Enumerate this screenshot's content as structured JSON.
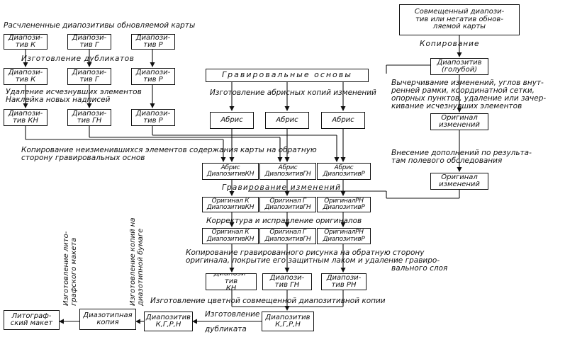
{
  "labels": {
    "razchlen": "Расчлененные диапозитивы обновляемой карты",
    "izg_dubl": "Изготовление дубликатов",
    "udalenie": "Удаление исчезнувших элементов",
    "nakleika": "Наклейка новых надписей",
    "grav_osn": "Гравировальные основы",
    "izg_abris": "Изготовление абрисных копий изменений",
    "kopirovanie_neizm": "Копирование неизменившихся элементов содержания карты на обратную",
    "storonu": "сторону гравировальных основ",
    "grav_izm": "Гравирование изменений",
    "korrektura": "Корректура и исправление оригиналов",
    "kopirovanie_grav": "Копирование гравированного рисунка на обратную сторону",
    "originala": "оригинала, покрытие его защитным лаком и удаление гравиро-",
    "valnogo": "вального слоя",
    "izg_cvet": "Изготовление цветной совмещенной диапозитивной копии",
    "izgotovlenie": "Изготовление",
    "dublikata": "дубликата",
    "kopirovanie": "Копирование",
    "vychercivanie": "Вычерчивание изменений, углов внут-\nренней рамки, координатной сетки,\nопорных пунктов, удаление или зачер-\nкивание исчезнувших элементов",
    "vnesenie": "Внесение дополнений по результа-\nтам полевого обследования",
    "izg_lito": "Изготовление лито-\nграфского макета",
    "izg_kopiy": "Изготовление копий на\nдиазотипной бумаге"
  },
  "boxes": {
    "r1_k": "Диапози-\nтив К",
    "r1_g": "Диапози-\nтив Г",
    "r1_r": "Диапози-\nтив Р",
    "r2_k": "Диапози-\nтив К",
    "r2_g": "Диапози-\nтив Г",
    "r2_r": "Диапози-\nтив Р",
    "r3_kn": "Диапози-\nтив КН",
    "r3_gn": "Диапози-\nтив ГН",
    "r3_r": "Диапози-\nтив Р",
    "abris1": "Абрис",
    "abris2": "Абрис",
    "abris3": "Абрис",
    "abris_kn": "Абрис\nДиапозитивКН",
    "abris_gn": "Абрис\nДиапозитивГН",
    "abris_r": "Абрис\nДиапозитивР",
    "orig_k_1": "Оригинал К\nДиапозитивКН",
    "orig_g_1": "Оригинал Г\nДиапозитивГН",
    "orig_rn_1": "ОригиналРН\nДиапозитивР",
    "orig_k_2": "Оригинал К\nДиапозитивКН",
    "orig_g_2": "Оригинал Г\nДиапозитивГН",
    "orig_rn_2": "ОригиналРН\nДиапозитивР",
    "diap_kn": "Диапози-\nтив\nКН",
    "diap_gn": "Диапози-\nтив ГН",
    "diap_rn": "Диапози-\nтив РН",
    "diap_kgrn_c": "Диапозитив\nК,Г,Р,Н",
    "diap_kgrn_l": "Диапозитив\nК,Г,Р,Н",
    "diazo": "Диазотипная\nкопия",
    "litograf": "Литограф-\nский макет",
    "sovmesh": "Совмещенный диапози-\nтив или негатив обнов-\nляемой карты",
    "goluboy": "Диапозитив\n(голубой)",
    "orig_izm_1": "Оригинал\nизменений",
    "orig_izm_2": "Оригинал\nизменений"
  }
}
